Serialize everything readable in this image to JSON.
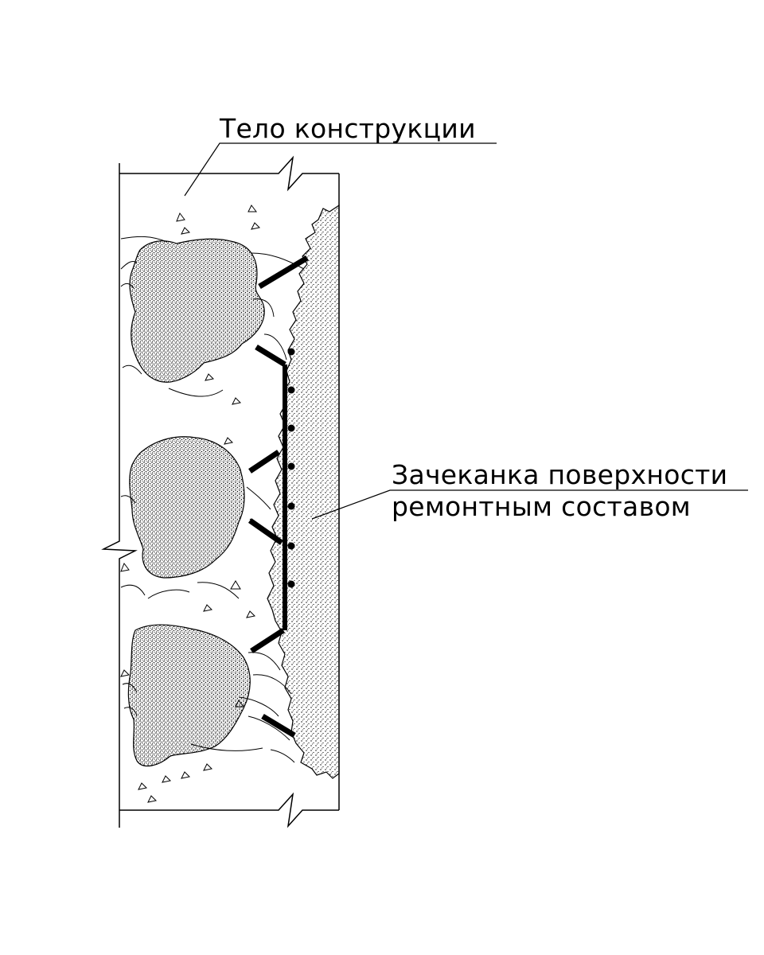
{
  "labels": {
    "structure_body": "Тело конструкции",
    "surface_caulking_line1": "Зачеканка поверхности",
    "surface_caulking_line2": "ремонтным составом"
  },
  "colors": {
    "line": "#000000",
    "background": "#ffffff"
  }
}
